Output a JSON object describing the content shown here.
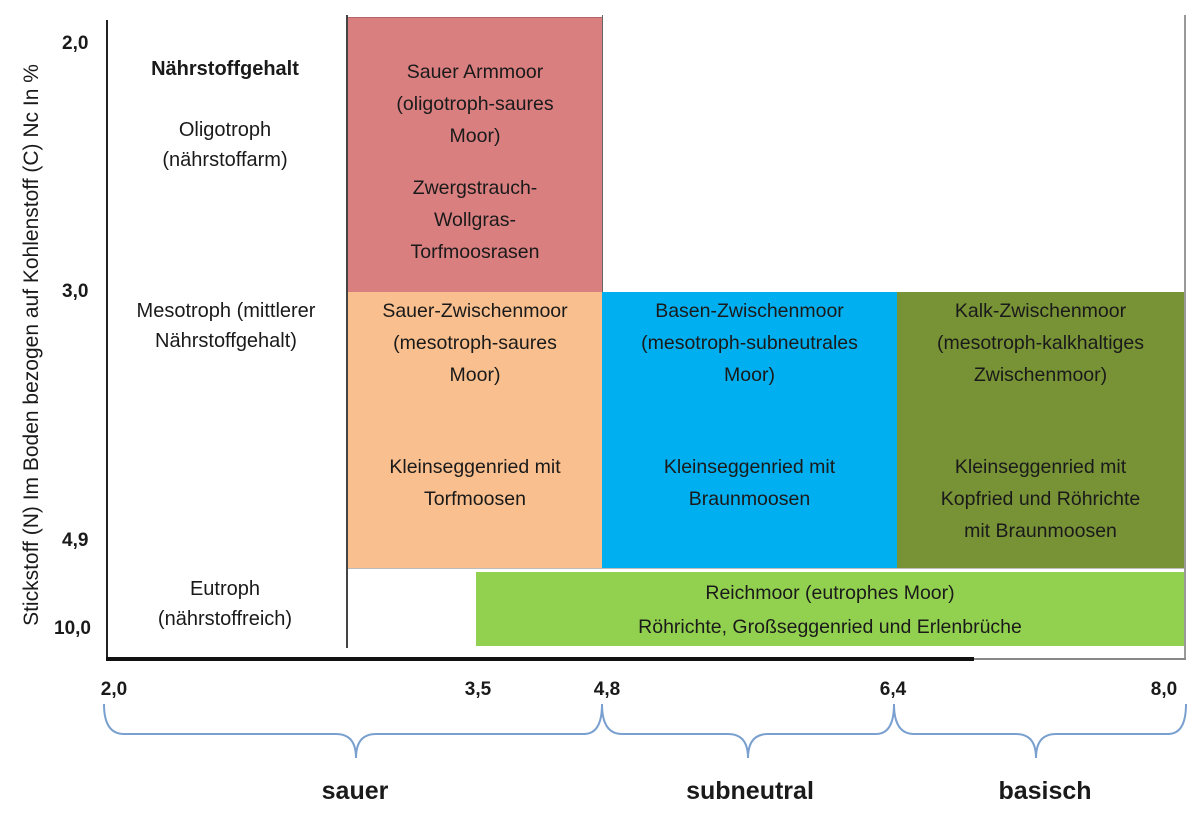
{
  "y_axis": {
    "label": "Stickstoff (N) Im Boden bezogen auf Kohlenstoff (C) Nc In %",
    "ticks": [
      "2,0",
      "3,0",
      "4,9",
      "10,0"
    ]
  },
  "nutrient_levels": {
    "heading": "Nährstoffgehalt",
    "oligotroph": [
      "Oligotroph",
      "(nährstoffarm)"
    ],
    "mesotroph": [
      "Mesotroph (mittlerer",
      "Nährstoffgehalt)"
    ],
    "eutroph": [
      "Eutroph",
      "(nährstoffreich)"
    ]
  },
  "boxes": {
    "sauer_armmoor": {
      "color": "#da7f80",
      "lines": [
        "Sauer Armmoor",
        "(oligotroph-saures",
        "Moor)",
        "",
        "Zwergstrauch-",
        "Wollgras-",
        "Torfmoosrasen"
      ]
    },
    "sauer_zwischenmoor": {
      "color": "#f9bf8e",
      "lines": [
        "Sauer-Zwischenmoor",
        "(mesotroph-saures",
        "Moor)",
        "",
        "",
        "Kleinseggenried mit",
        "Torfmoosen"
      ]
    },
    "basen_zwischenmoor": {
      "color": "#00aff0",
      "lines": [
        "Basen-Zwischenmoor",
        "(mesotroph-subneutrales",
        "Moor)",
        "",
        "",
        "Kleinseggenried mit",
        "Braunmoosen"
      ]
    },
    "kalk_zwischenmoor": {
      "color": "#789236",
      "lines": [
        "Kalk-Zwischenmoor",
        "(mesotroph-kalkhaltiges",
        "Zwischenmoor)",
        "",
        "",
        "Kleinseggenried mit",
        "Kopfried und Röhrichte",
        "mit Braunmoosen"
      ]
    },
    "reichmoor": {
      "color": "#92d14f",
      "lines": [
        "Reichmoor (eutrophes Moor)",
        "Röhrichte, Großseggenried und Erlenbrüche"
      ]
    }
  },
  "x_axis": {
    "ticks": [
      "2,0",
      "3,5",
      "4,8",
      "6,4",
      "8,0"
    ],
    "zones": [
      "sauer",
      "subneutral",
      "basisch"
    ]
  }
}
